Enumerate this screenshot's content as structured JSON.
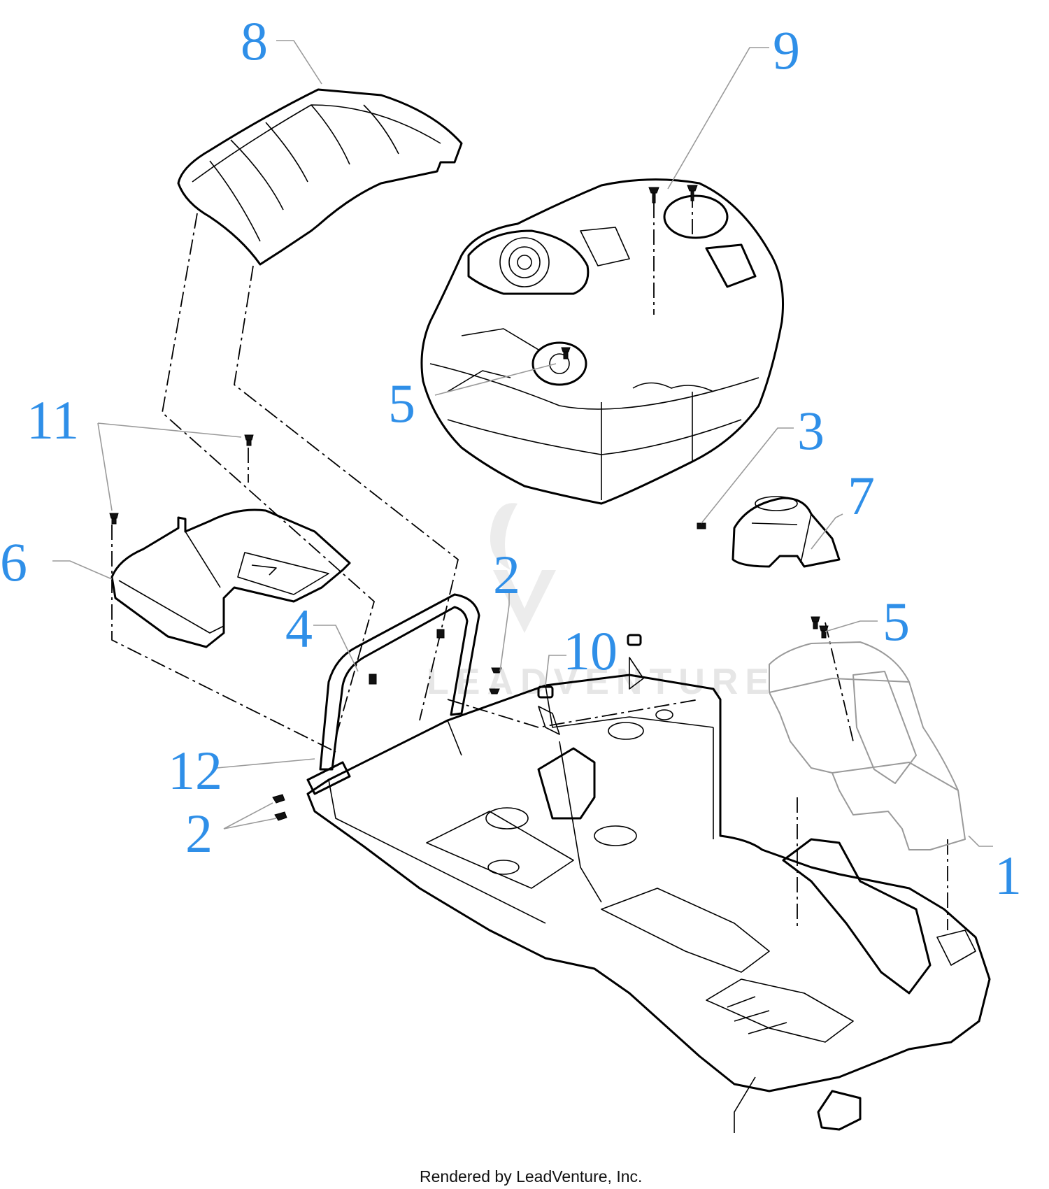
{
  "diagram": {
    "callouts": [
      {
        "id": "c8",
        "label": "8"
      },
      {
        "id": "c9",
        "label": "9"
      },
      {
        "id": "c5a",
        "label": "5"
      },
      {
        "id": "c11",
        "label": "11"
      },
      {
        "id": "c3",
        "label": "3"
      },
      {
        "id": "c7",
        "label": "7"
      },
      {
        "id": "c6",
        "label": "6"
      },
      {
        "id": "c2a",
        "label": "2"
      },
      {
        "id": "c4",
        "label": "4"
      },
      {
        "id": "c10",
        "label": "10"
      },
      {
        "id": "c5b",
        "label": "5"
      },
      {
        "id": "c12",
        "label": "12"
      },
      {
        "id": "c2b",
        "label": "2"
      },
      {
        "id": "c1",
        "label": "1"
      }
    ],
    "watermark": "LEADVENTURE",
    "footer": "Rendered by LeadVenture, Inc.",
    "colors": {
      "callout": "#2f8fe8",
      "line": "#000000",
      "leader": "#9a9a9a"
    }
  }
}
